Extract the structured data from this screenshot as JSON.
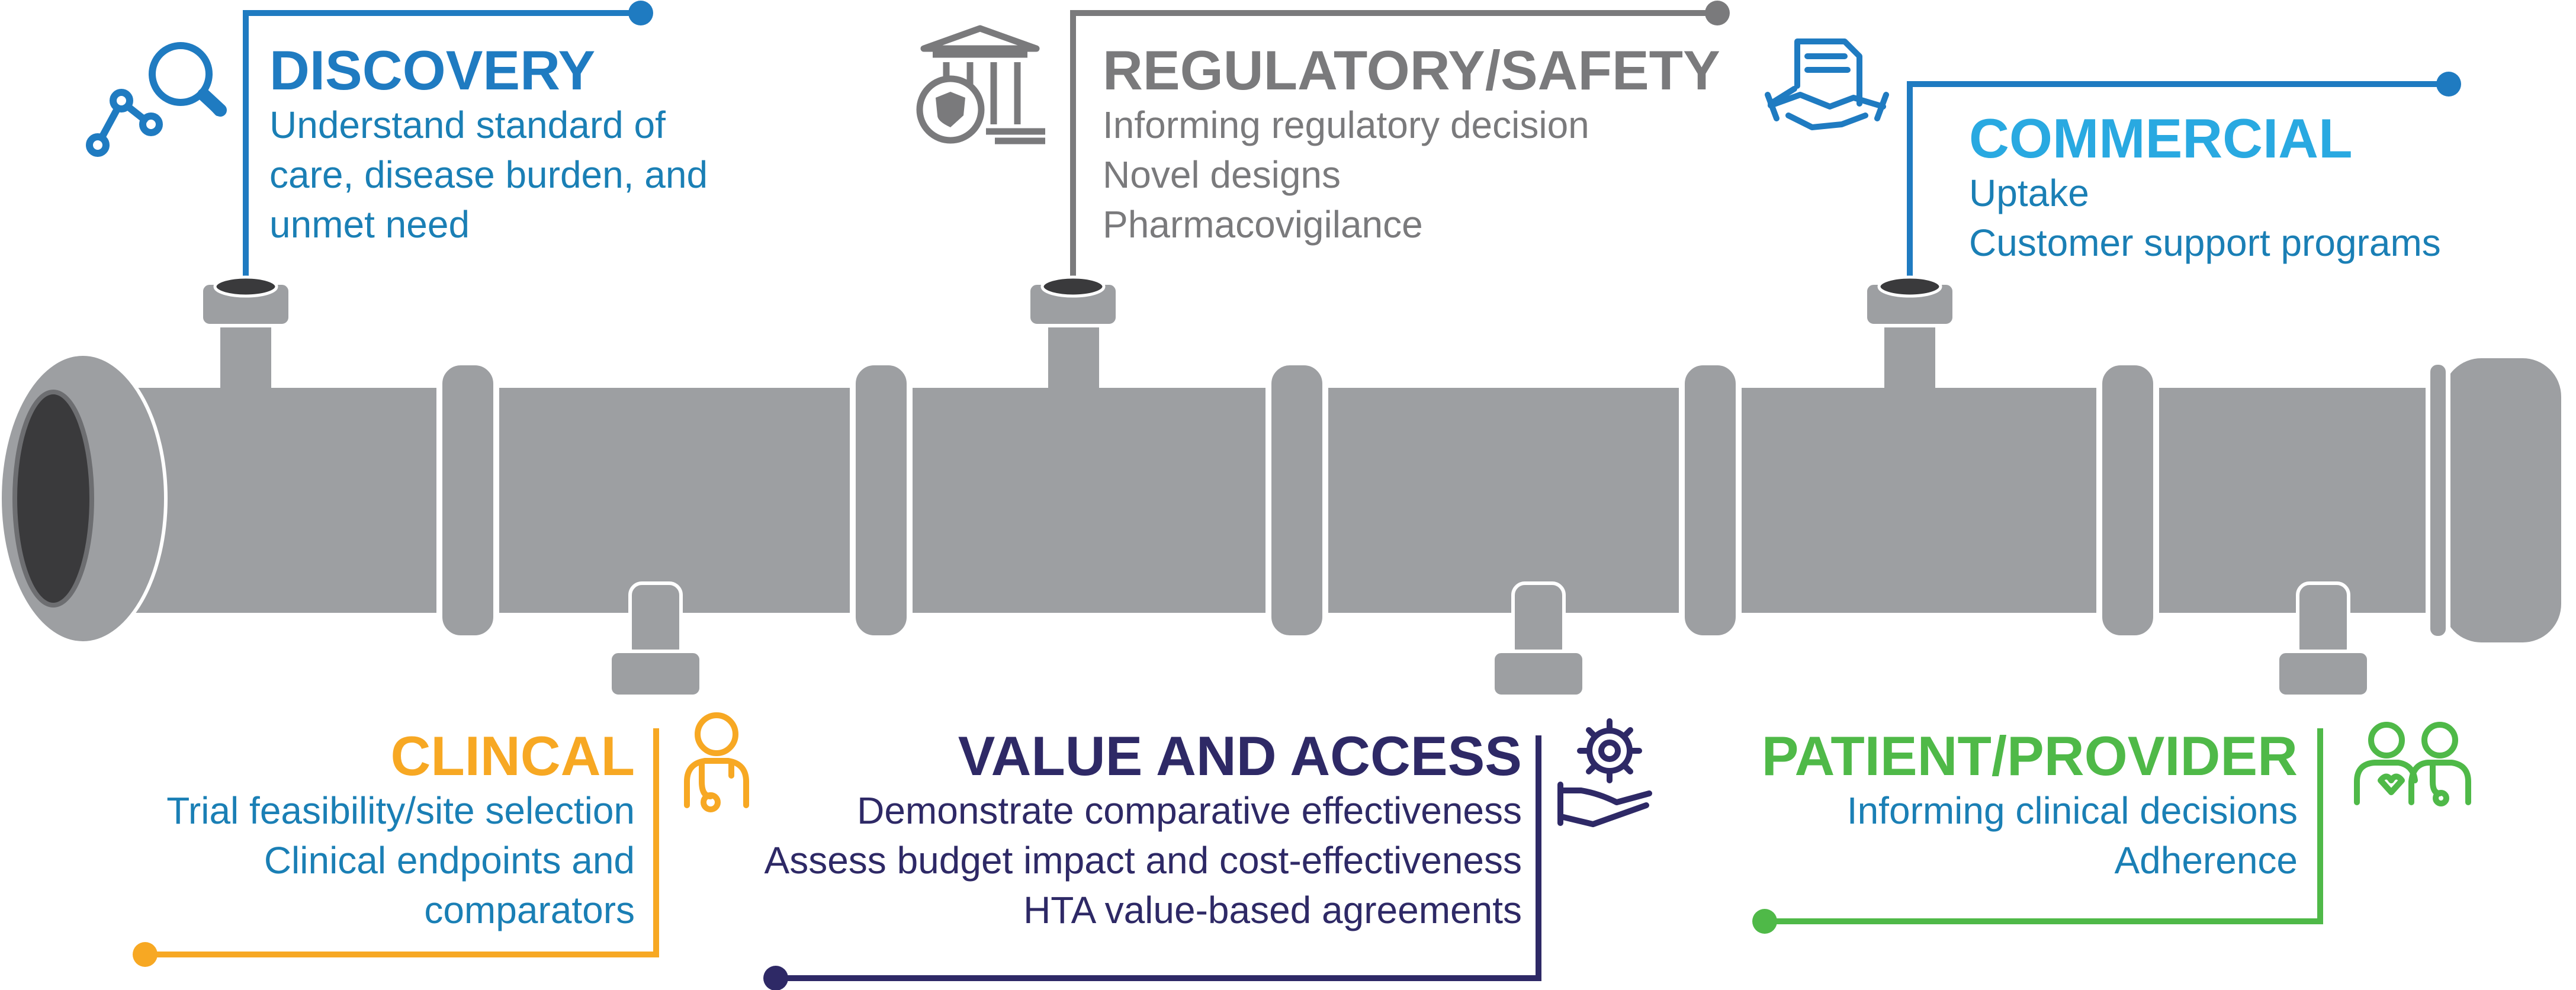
{
  "colors": {
    "pipe": "#9d9fa2",
    "pipe_dark": "#6d6e71",
    "pipe_hole": "#3a3a3c",
    "discovery": "#1f7bc1",
    "regulatory": "#7a7a7c",
    "commercial": "#29a9e1",
    "clinical": "#f7a823",
    "value": "#2e2966",
    "patient": "#4fb948",
    "body_teal": "#1a7fb5",
    "body_gray": "#7a7a7c"
  },
  "sections": {
    "discovery": {
      "title": "DISCOVERY",
      "lines": [
        "Understand standard of",
        "care, disease burden, and",
        "unmet need"
      ],
      "icon": "magnifier-network-icon"
    },
    "regulatory": {
      "title": "REGULATORY/SAFETY",
      "lines": [
        "Informing regulatory decision",
        "Novel designs",
        "Pharmacovigilance"
      ],
      "icon": "government-building-shield-icon"
    },
    "commercial": {
      "title": "COMMERCIAL",
      "lines": [
        "Uptake",
        "Customer support programs"
      ],
      "icon": "handshake-document-icon"
    },
    "clinical": {
      "title": "CLINCAL",
      "lines": [
        "Trial feasibility/site selection",
        "Clinical endpoints and",
        "comparators"
      ],
      "icon": "doctor-stethoscope-icon"
    },
    "value": {
      "title": "VALUE AND ACCESS",
      "lines": [
        "Demonstrate comparative effectiveness",
        "Assess budget impact and cost-effectiveness",
        "HTA value-based agreements"
      ],
      "icon": "gear-hand-icon"
    },
    "patient": {
      "title": "PATIENT/PROVIDER",
      "lines": [
        "Informing clinical decisions",
        "Adherence"
      ],
      "icon": "patient-provider-icon"
    }
  }
}
